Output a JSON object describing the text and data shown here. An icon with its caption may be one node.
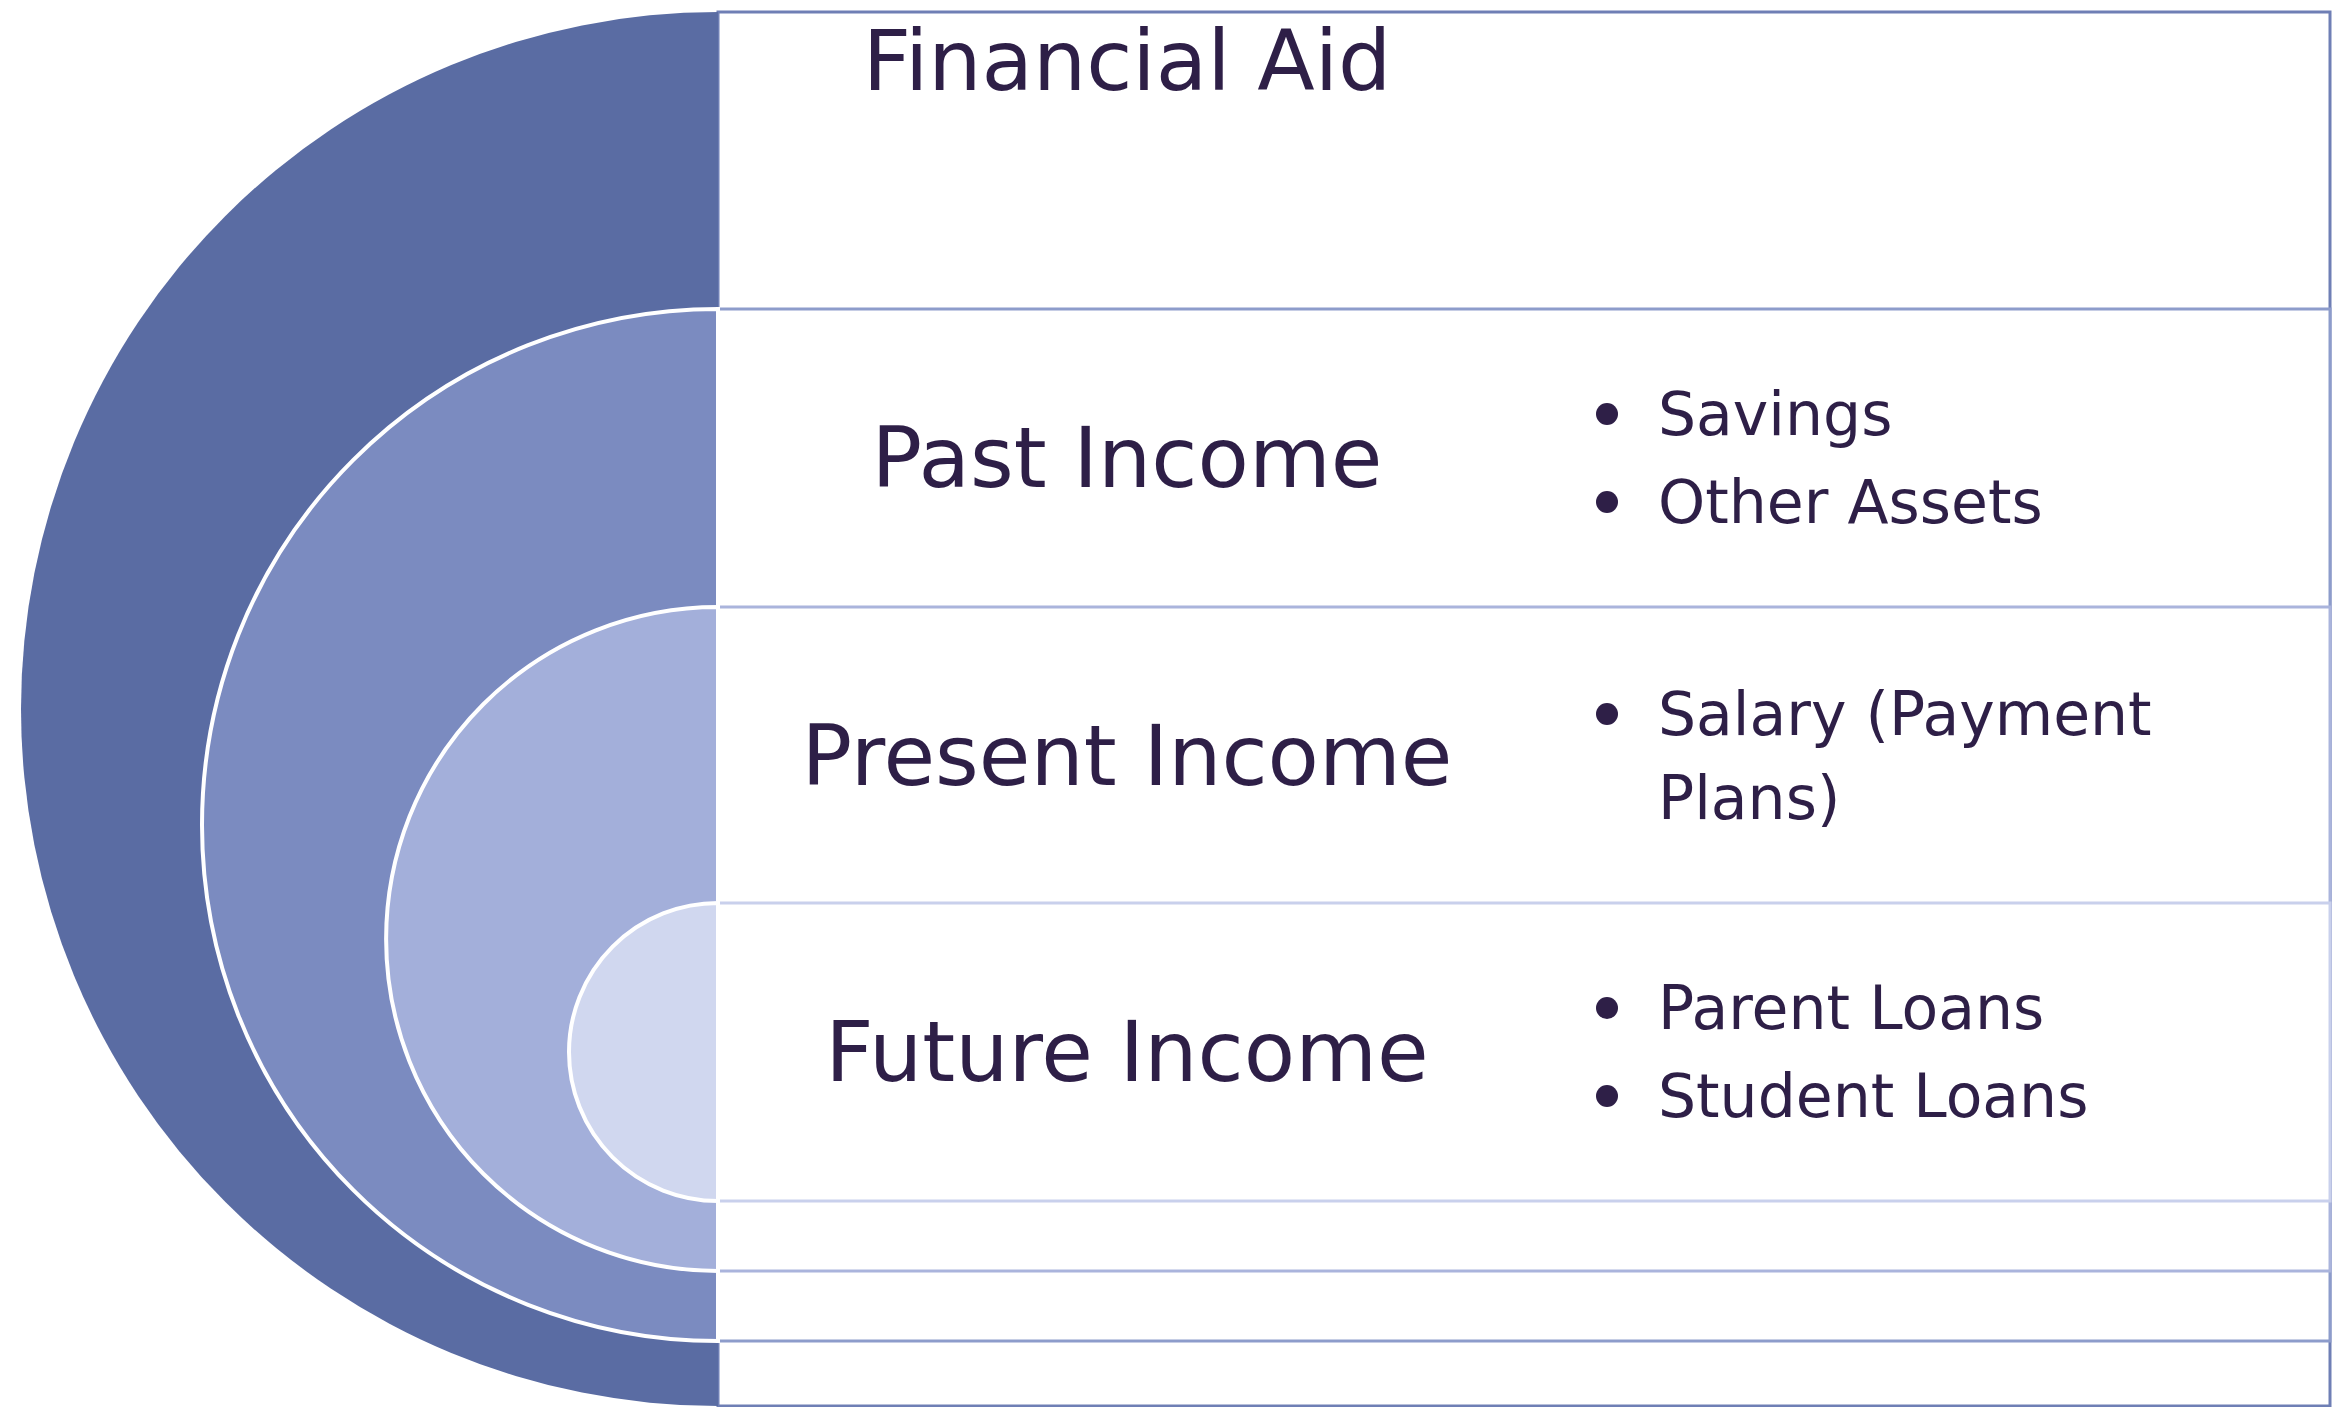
{
  "diagram": {
    "nodes": [
      {
        "text": [
          "Financial Aid"
        ]
      },
      {
        "text": [
          "Past Income",
          "Savings",
          "Other Assets"
        ],
        "in": 0
      },
      {
        "text": [
          "Present Income",
          "Salary (Payment Plans)"
        ],
        "in": 1
      },
      {
        "text": [
          "Future Income",
          "Parent Loans",
          "Student Loans"
        ],
        "in": 2
      }
    ],
    "edges": []
  }
}
